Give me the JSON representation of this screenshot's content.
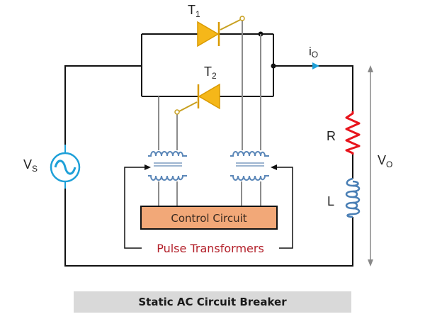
{
  "diagram": {
    "title": "Static AC Circuit Breaker",
    "components": {
      "thyristor_1": {
        "label": "T",
        "subscript": "1"
      },
      "thyristor_2": {
        "label": "T",
        "subscript": "2"
      },
      "source": {
        "label": "V",
        "subscript": "S"
      },
      "resistor": {
        "label": "R"
      },
      "inductor": {
        "label": "L"
      },
      "output_current": {
        "label": "i",
        "subscript": "O"
      },
      "output_voltage": {
        "label": "V",
        "subscript": "O"
      },
      "control_circuit": {
        "label": "Control Circuit"
      },
      "pulse_transformers": {
        "label": "Pulse Transformers"
      }
    },
    "colors": {
      "wire": "#111111",
      "gate_wire": "#8c8c8c",
      "thyristor": "#f5b719",
      "thyristor_outline": "#d99a00",
      "source": "#1ea0d8",
      "resistor": "#e8141c",
      "inductor": "#4a7fb5",
      "transformer": "#5b87b8",
      "control_box": "#f2a878",
      "pulse_text": "#b3202a",
      "caption_bg": "#d9d9d9"
    }
  }
}
